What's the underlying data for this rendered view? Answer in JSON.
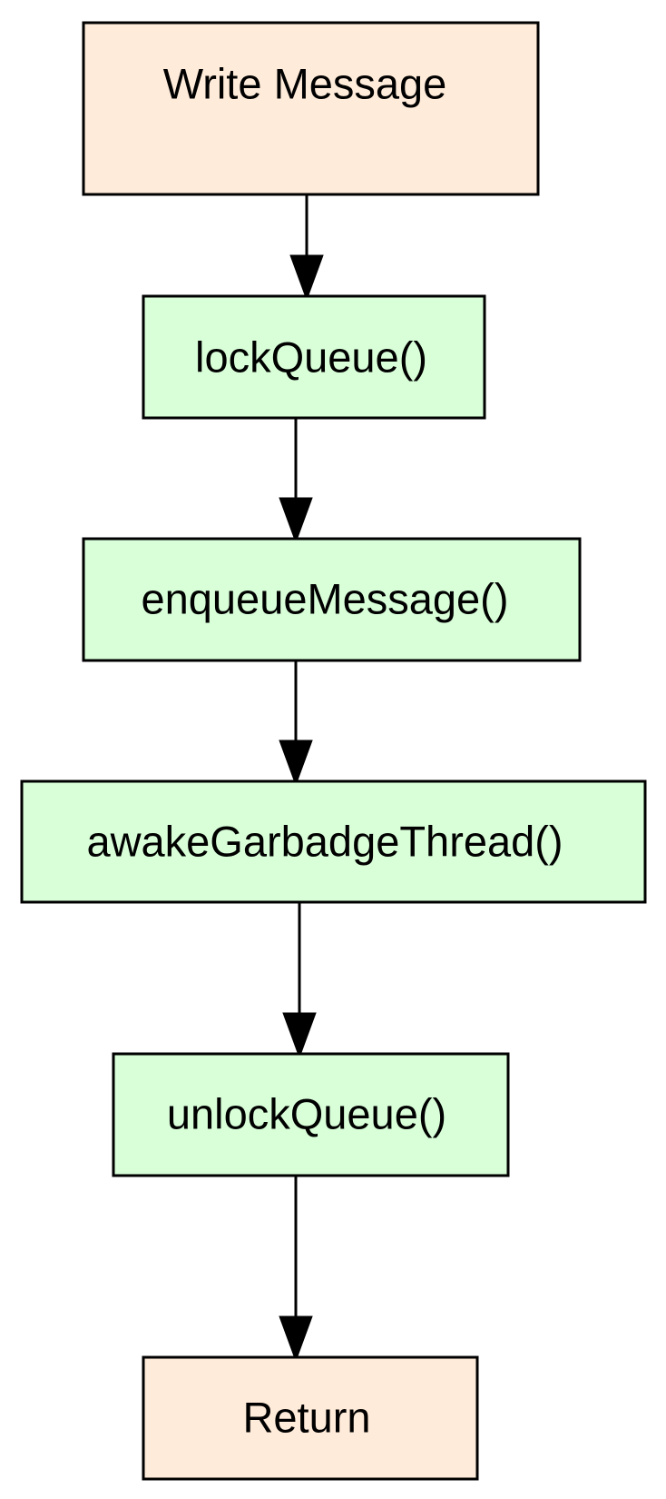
{
  "colors": {
    "terminal_fill": "#ffebd9",
    "process_fill": "#d9ffd9",
    "stroke": "#000000",
    "background": "#ffffff"
  },
  "nodes": [
    {
      "id": "write-message",
      "label": "Write Message",
      "kind": "terminal"
    },
    {
      "id": "lock-queue",
      "label": "lockQueue()",
      "kind": "process"
    },
    {
      "id": "enqueue-message",
      "label": "enqueueMessage()",
      "kind": "process"
    },
    {
      "id": "awake-garbadge-thread",
      "label": "awakeGarbadgeThread()",
      "kind": "process"
    },
    {
      "id": "unlock-queue",
      "label": "unlockQueue()",
      "kind": "process"
    },
    {
      "id": "return",
      "label": "Return",
      "kind": "terminal"
    }
  ],
  "edges": [
    {
      "from": "write-message",
      "to": "lock-queue"
    },
    {
      "from": "lock-queue",
      "to": "enqueue-message"
    },
    {
      "from": "enqueue-message",
      "to": "awake-garbadge-thread"
    },
    {
      "from": "awake-garbadge-thread",
      "to": "unlock-queue"
    },
    {
      "from": "unlock-queue",
      "to": "return"
    }
  ]
}
